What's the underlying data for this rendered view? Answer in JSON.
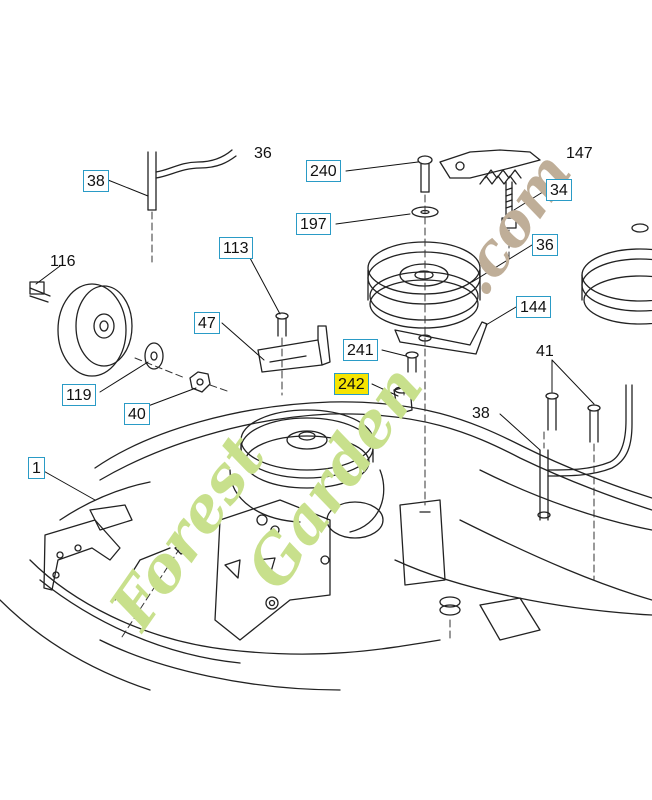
{
  "colors": {
    "callout_border": "#2a9bc6",
    "highlight": "#f6e400",
    "line": "#222222",
    "watermark_green": "#c8e08c",
    "watermark_brown": "#bfae98"
  },
  "callouts": {
    "c38a": "38",
    "c36top": "36",
    "c240": "240",
    "c147": "147",
    "c197": "197",
    "c34": "34",
    "c113": "113",
    "c36": "36",
    "c116": "116",
    "c47": "47",
    "c144": "144",
    "c241": "241",
    "c41": "41",
    "c242": "242",
    "c119": "119",
    "c40": "40",
    "c38b": "38",
    "c1": "1"
  },
  "watermark": {
    "part1": "Forest",
    "part2": "Garden",
    "part3": ".com"
  }
}
